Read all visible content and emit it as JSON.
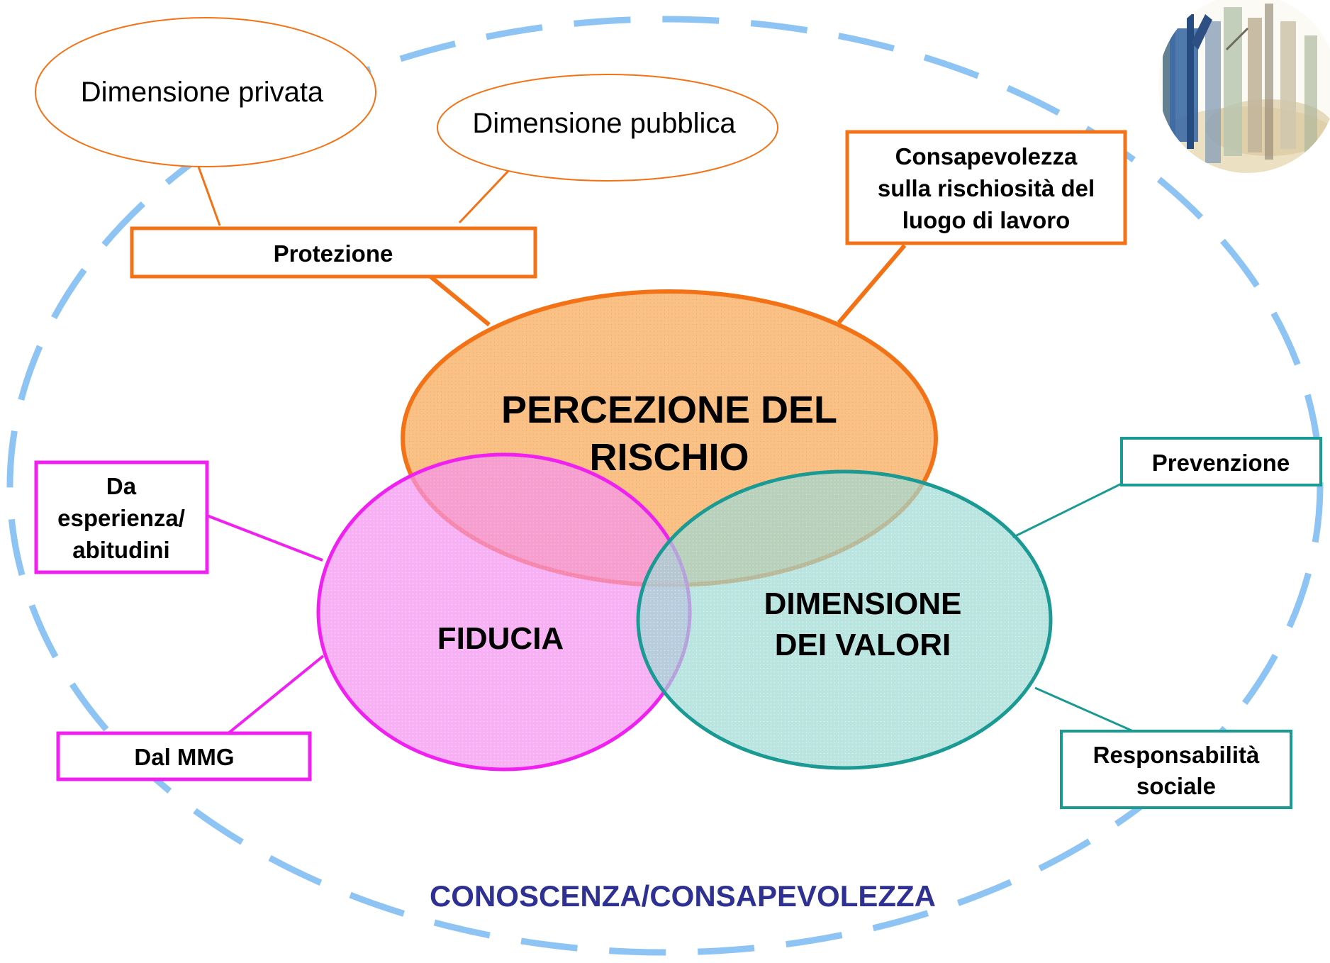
{
  "colors": {
    "outer_dashed": "#8ec4f4",
    "orange": "#f47216",
    "orange_fill": "#f9c186",
    "magenta": "#f021f0",
    "magenta_fill": "#f58ff0",
    "teal": "#1a9a93",
    "teal_fill": "#9bd8d3",
    "footer_text": "#2e3192",
    "text": "#000000"
  },
  "icons": {
    "corner_illustration": "watercolor-trees-illustration"
  },
  "outer": {
    "label": "CONOSCENZA/CONSAPEVOLEZZA"
  },
  "main_ellipses": {
    "perception": {
      "line1": "PERCEZIONE DEL",
      "line2": "RISCHIO"
    },
    "trust": {
      "label": "FIDUCIA"
    },
    "values": {
      "line1": "DIMENSIONE",
      "line2": "DEI VALORI"
    }
  },
  "top_bubbles": {
    "private": "Dimensione privata",
    "public": "Dimensione pubblica"
  },
  "boxes": {
    "protection": {
      "line1": "Protezione"
    },
    "awareness": {
      "line1": "Consapevolezza",
      "line2": "sulla rischiosità del",
      "line3": "luogo di lavoro"
    },
    "experience": {
      "line1": "Da",
      "line2": "esperienza/",
      "line3": "abitudini"
    },
    "gp": {
      "line1": "Dal MMG"
    },
    "prevention": {
      "line1": "Prevenzione"
    },
    "social": {
      "line1": "Responsabilità",
      "line2": "sociale"
    }
  }
}
